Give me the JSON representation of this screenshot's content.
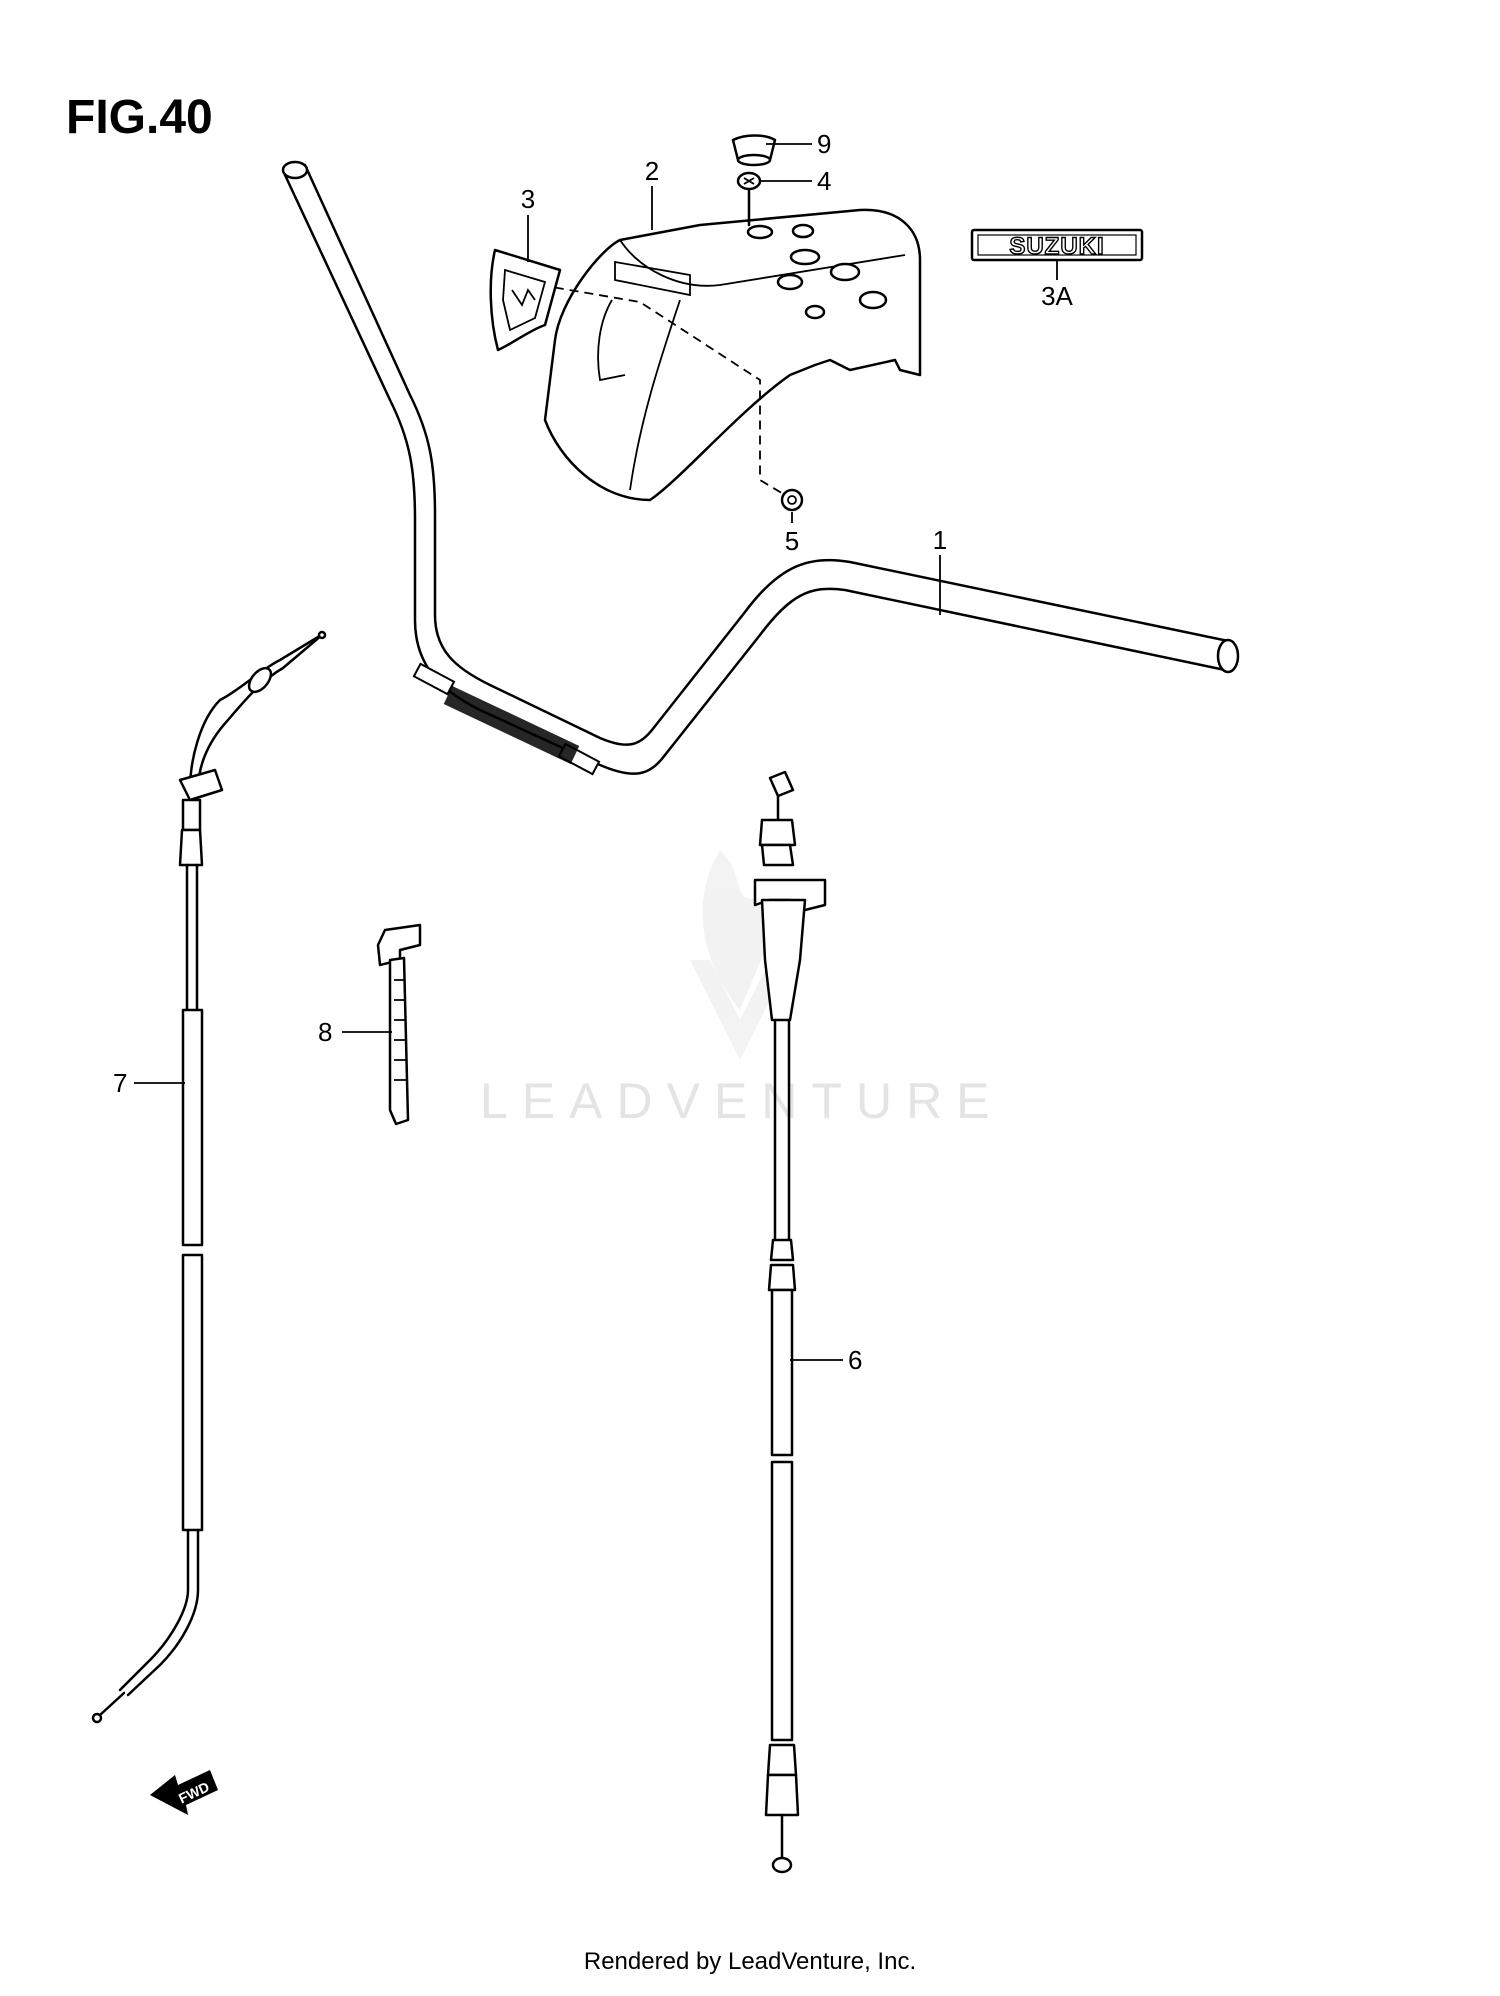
{
  "figure": {
    "title": "FIG.40"
  },
  "callouts": [
    {
      "id": "1",
      "label": "1"
    },
    {
      "id": "2",
      "label": "2"
    },
    {
      "id": "3",
      "label": "3"
    },
    {
      "id": "3A",
      "label": "3A"
    },
    {
      "id": "4",
      "label": "4"
    },
    {
      "id": "5",
      "label": "5"
    },
    {
      "id": "6",
      "label": "6"
    },
    {
      "id": "7",
      "label": "7"
    },
    {
      "id": "8",
      "label": "8"
    },
    {
      "id": "9",
      "label": "9"
    }
  ],
  "emblem": {
    "text": "SUZUKI"
  },
  "forward_arrow": {
    "text": "FWD"
  },
  "watermark": {
    "text": "LEADVENTURE"
  },
  "footer": {
    "text": "Rendered by LeadVenture, Inc."
  }
}
